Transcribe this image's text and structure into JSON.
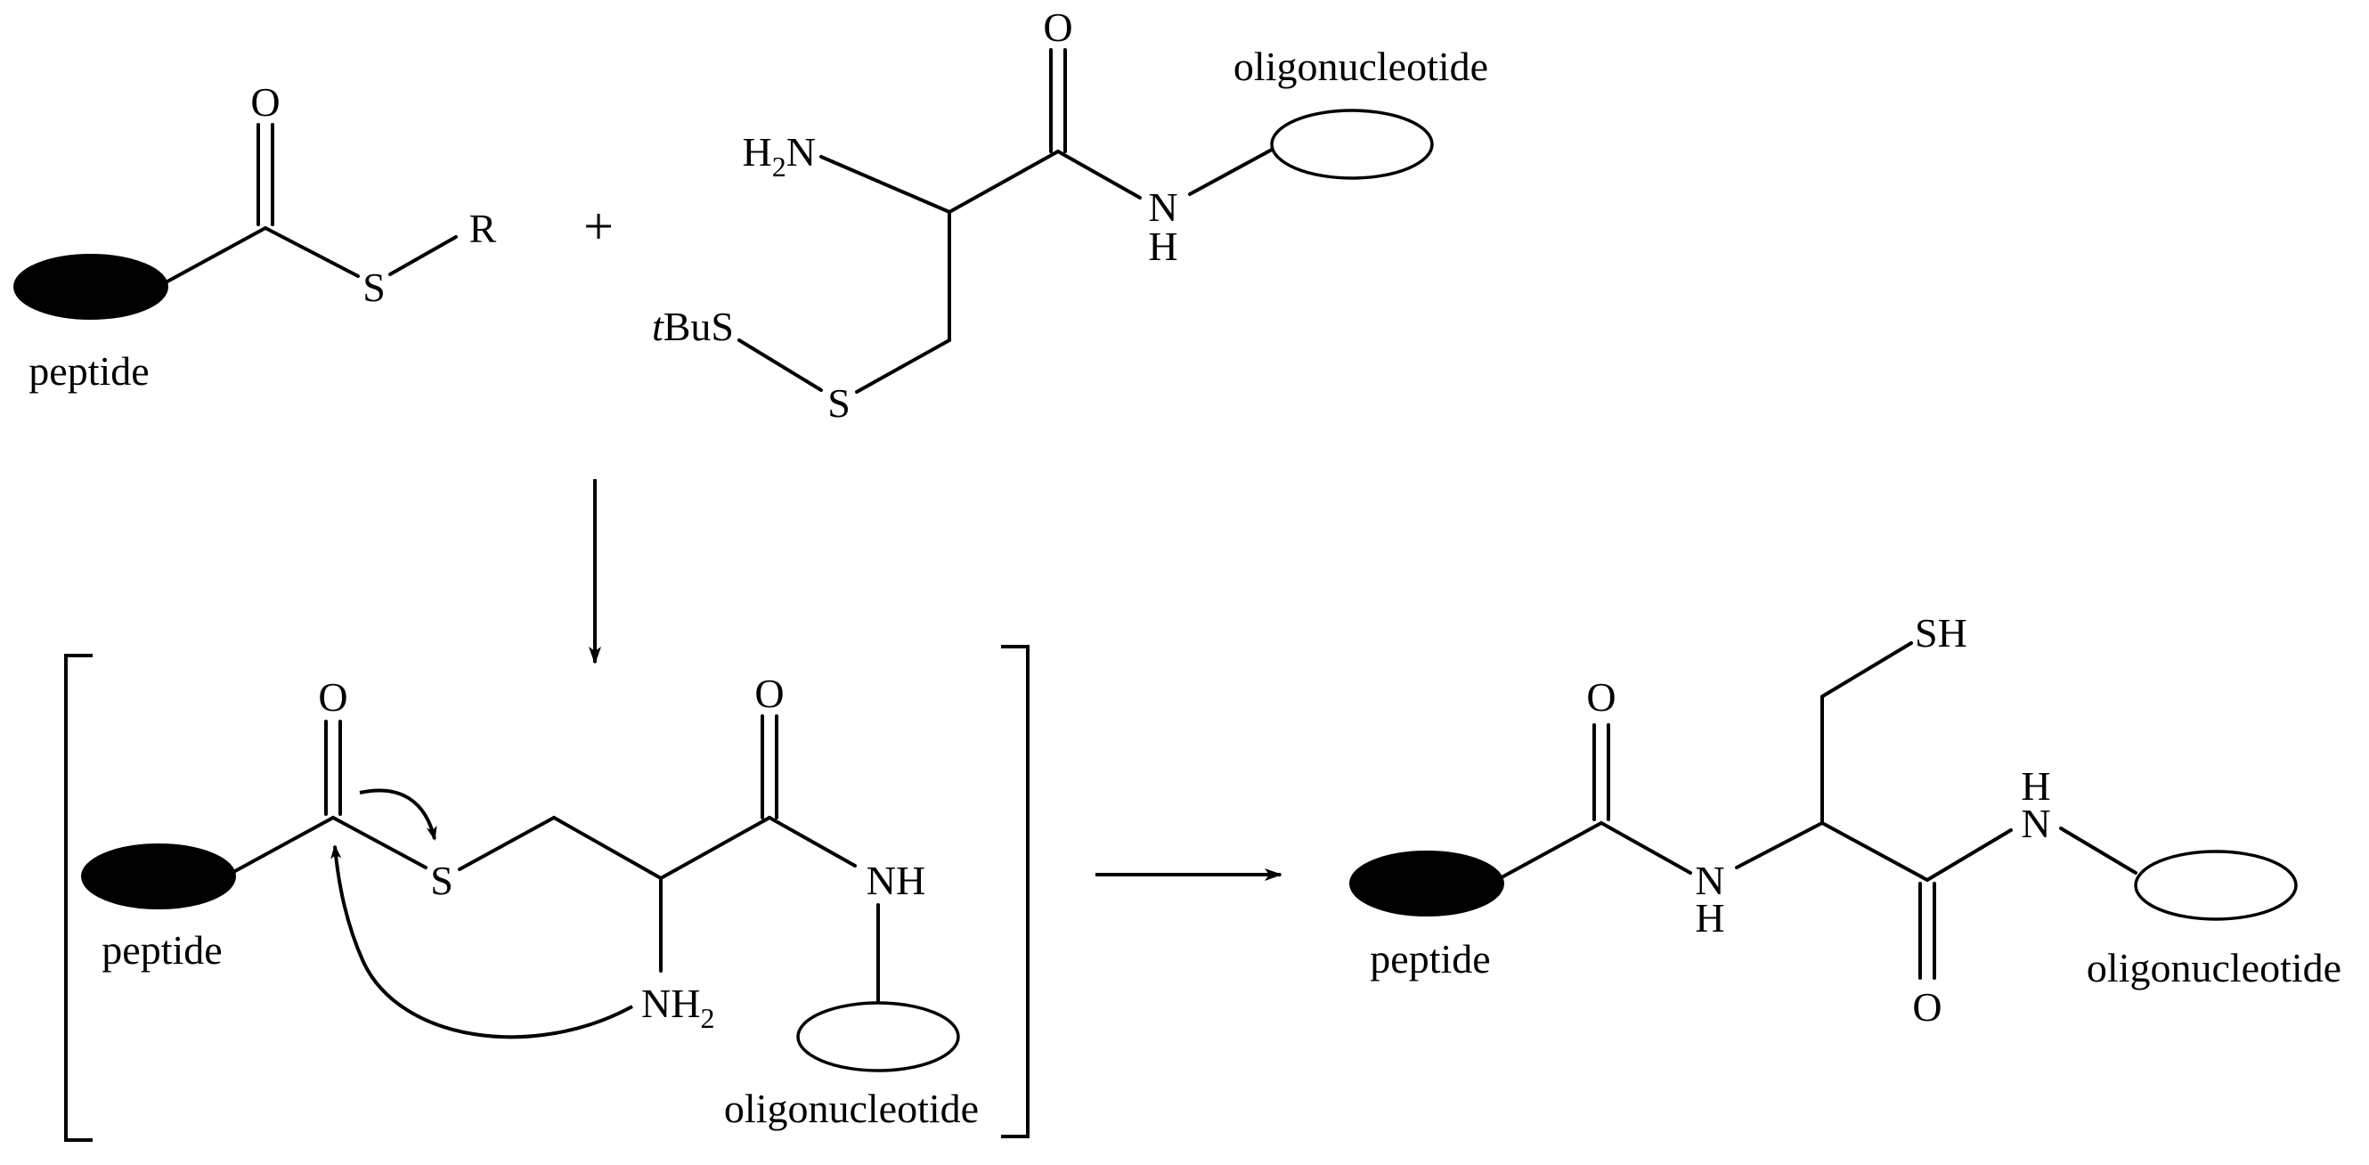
{
  "labels": {
    "peptide": "peptide",
    "oligonucleotide": "oligonucleotide",
    "plus": "+"
  },
  "atoms": {
    "O": "O",
    "S": "S",
    "R": "R",
    "N": "N",
    "H": "H",
    "H2N_main": "H",
    "H2N_sub": "2",
    "H2N_tail": "N",
    "tBu_italic": "t",
    "tBu_rest": "BuS",
    "NH": "NH",
    "NH2_main": "NH",
    "NH2_sub": "2",
    "SH": "SH"
  }
}
